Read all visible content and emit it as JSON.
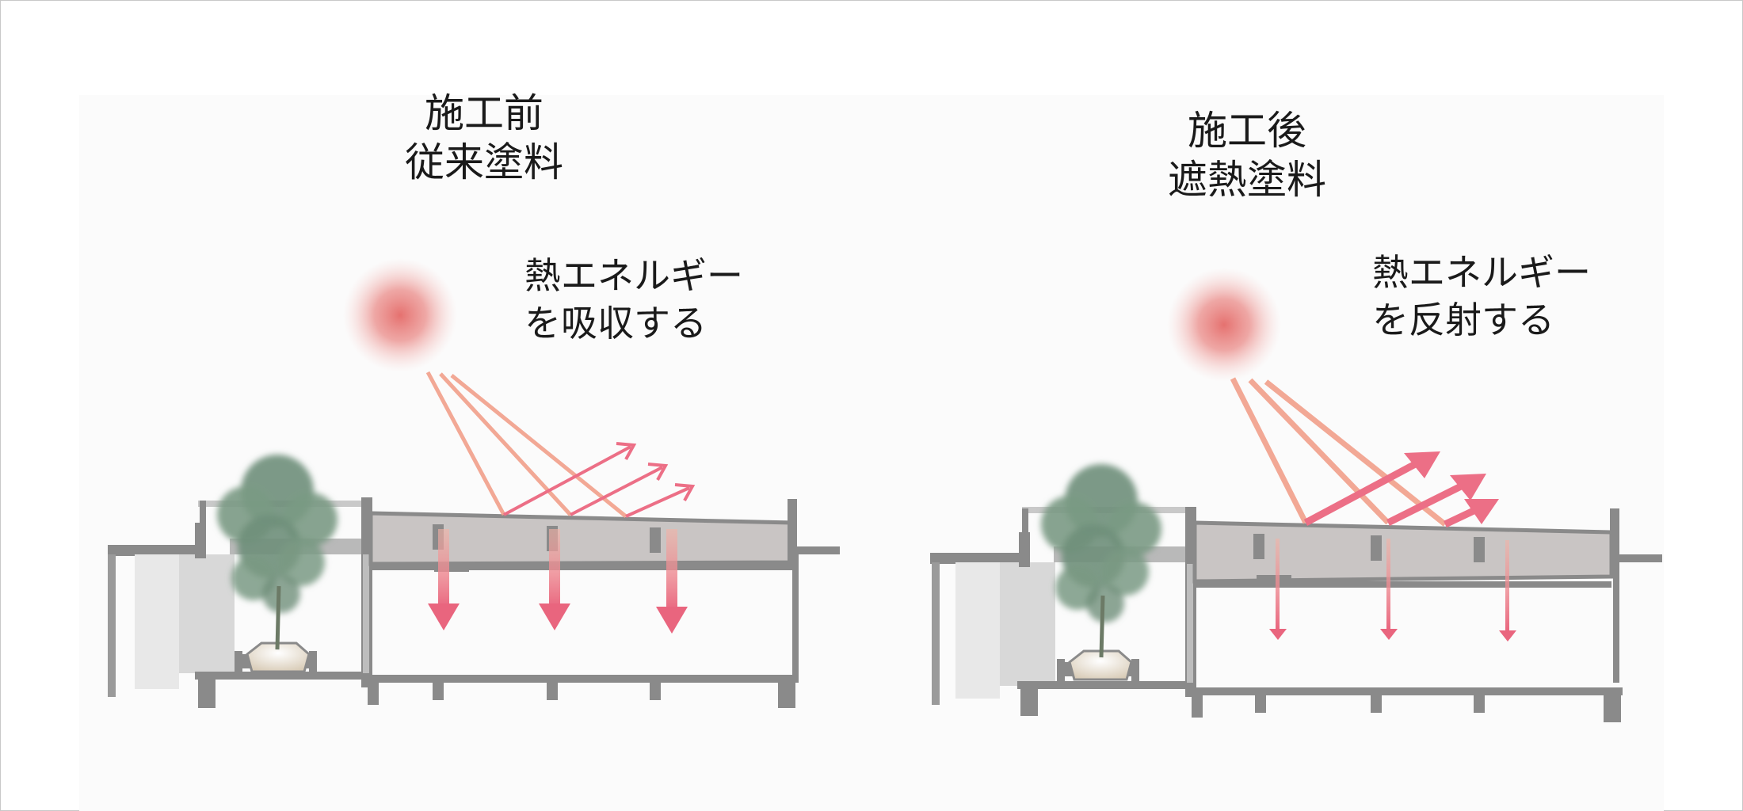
{
  "left_panel": {
    "title_line1": "施工前",
    "title_line2": "従来塗料",
    "annotation_line1": "熱エネルギー",
    "annotation_line2": "を吸収する"
  },
  "right_panel": {
    "title_line1": "施工後",
    "title_line2": "遮熱塗料",
    "annotation_line1": "熱エネルギー",
    "annotation_line2": "を反射する"
  },
  "colors": {
    "sun": "#e46a68",
    "incoming_ray": "#f2a08a",
    "reflected_ray": "#ec6f86",
    "heat_arrow": "#e9657e",
    "structure": "#8a8a8a",
    "slab_fill": "#c9c5c4",
    "tree": "#6f8f7a"
  }
}
